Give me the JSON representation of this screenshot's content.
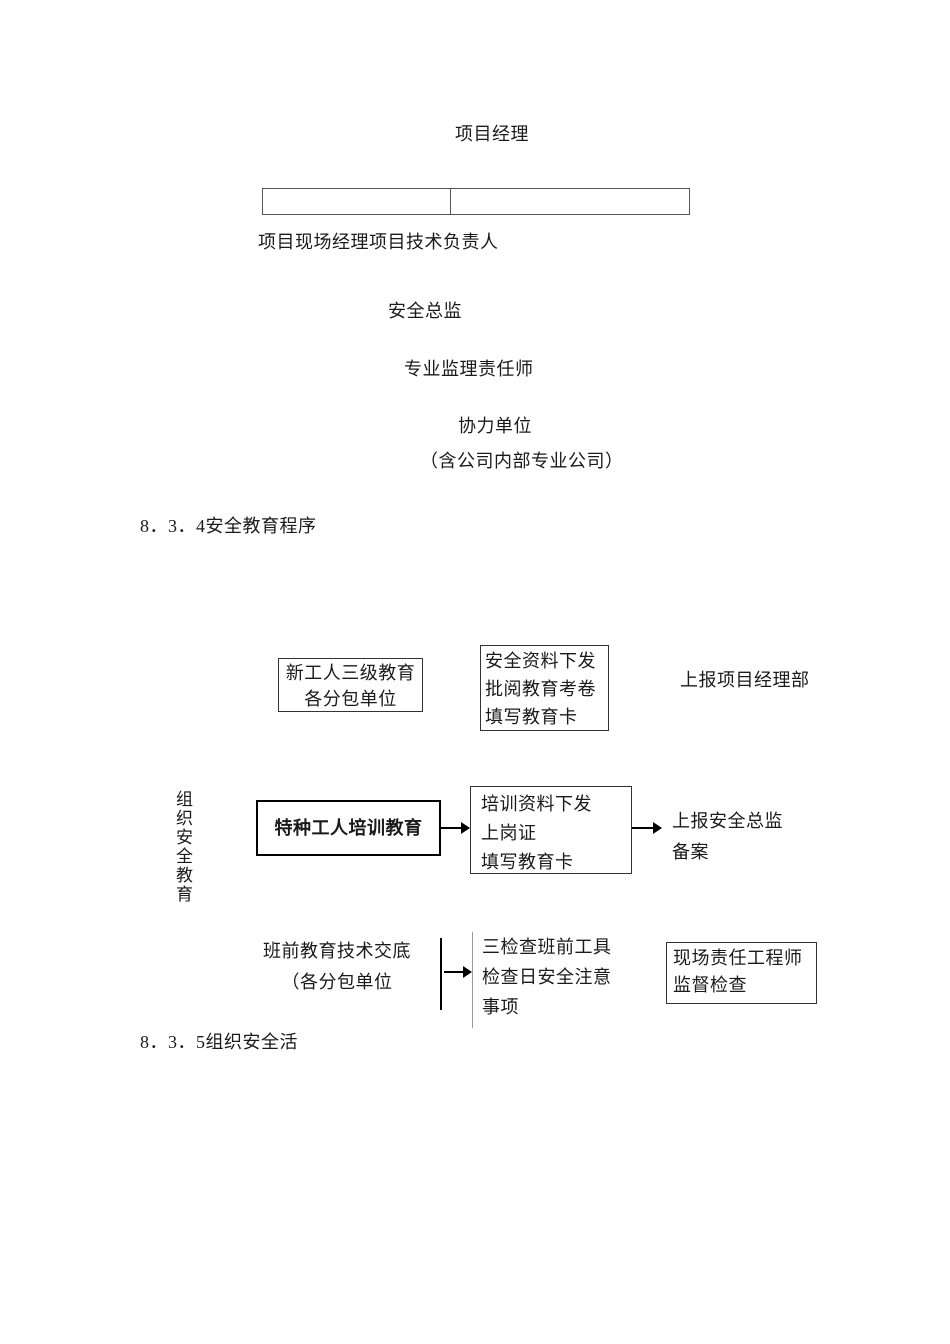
{
  "org_chart": {
    "project_manager": "项目经理",
    "site_manager_row": "项目现场经理项目技术负责人",
    "safety_director": "安全总监",
    "supervision_engineer": "专业监理责任师",
    "cooperating_unit": "协力单位",
    "cooperating_unit_note": "（含公司内部专业公司）"
  },
  "headings": {
    "section_834": "8．3．4安全教育程序",
    "section_835": "8．3．5组织安全活"
  },
  "diagram": {
    "vertical_label": "组织安全教育",
    "row1": {
      "box_new_workers": "新工人三级教育\n各分包单位",
      "box_materials": "安全资料下发\n批阅教育考卷\n填写教育卡",
      "report": "上报项目经理部"
    },
    "row2": {
      "box_special_workers": "特种工人培训教育",
      "box_training": "培训资料下发\n上岗证\n填写教育卡",
      "report": "上报安全总监\n备案"
    },
    "row3": {
      "pre_shift": "班前教育技术交底\n（各分包单位",
      "three_checks": "三检查班前工具\n检查日安全注意\n事项",
      "box_site_engineer": "现场责任工程师\n监督检查"
    }
  }
}
